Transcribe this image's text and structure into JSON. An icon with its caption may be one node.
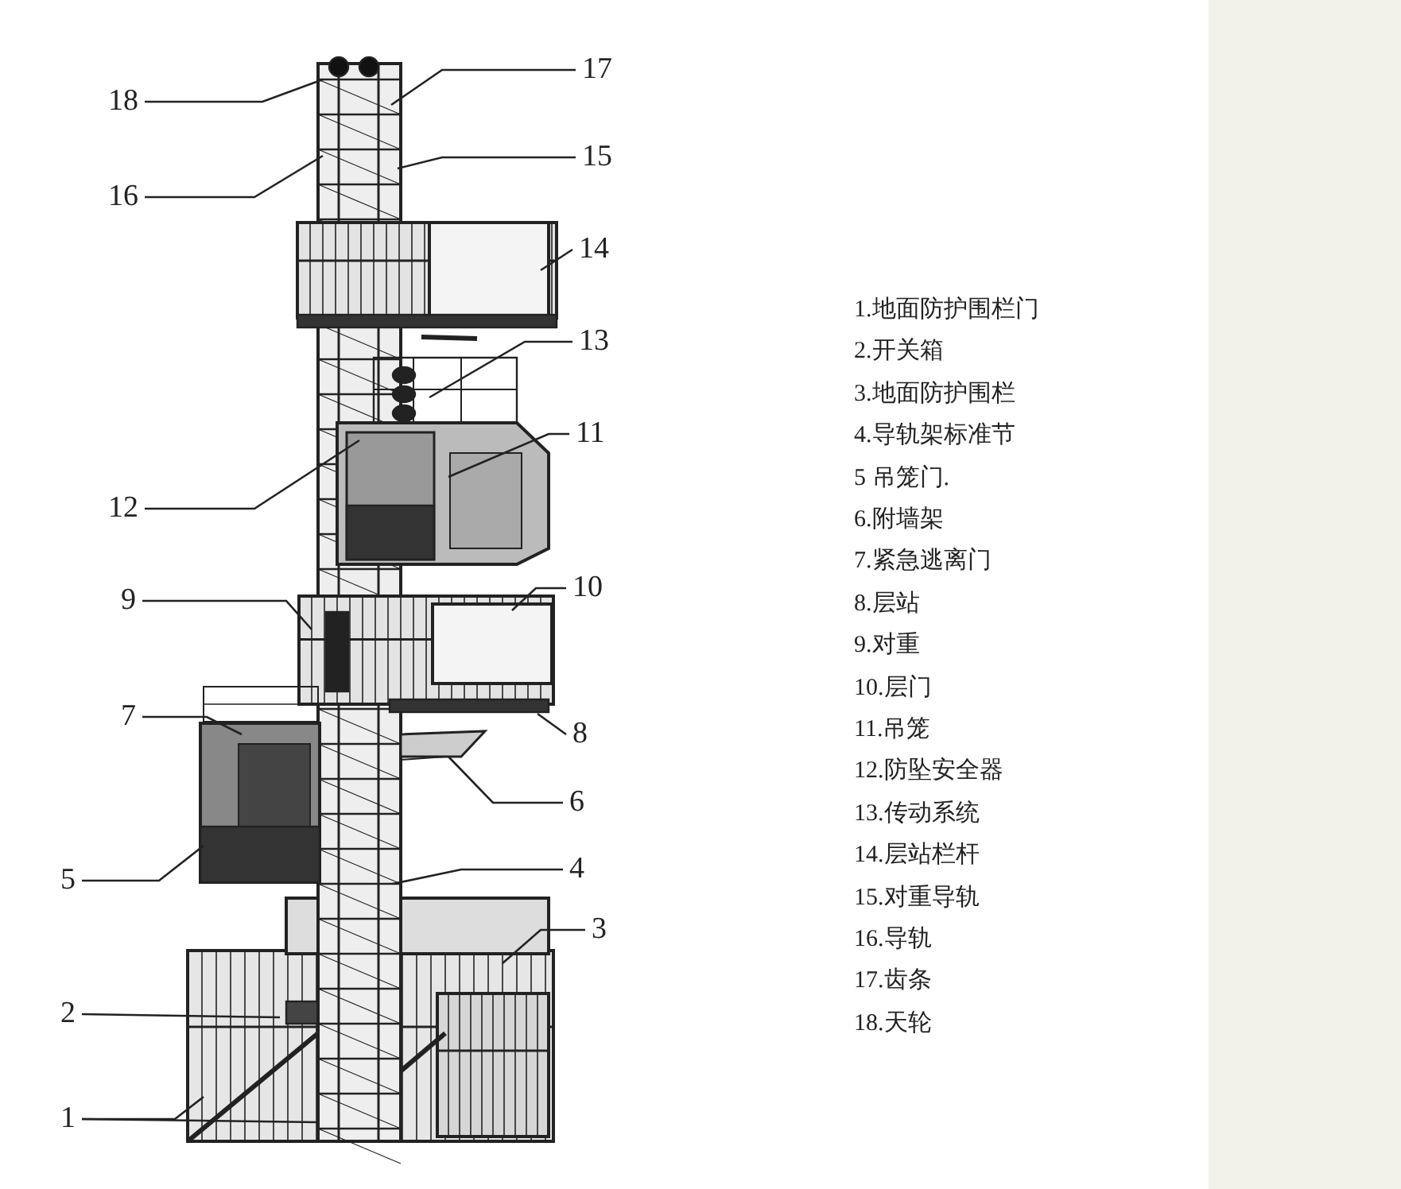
{
  "diagram": {
    "nodes": [
      {
        "text": [
          "18"
        ]
      },
      {
        "text": [
          "17"
        ]
      },
      {
        "text": [
          "15"
        ]
      },
      {
        "text": [
          "16"
        ]
      },
      {
        "text": [
          "14"
        ]
      },
      {
        "text": [
          "13"
        ]
      },
      {
        "text": [
          "11"
        ]
      },
      {
        "text": [
          "12"
        ]
      },
      {
        "text": [
          "10"
        ]
      },
      {
        "text": [
          "9"
        ]
      },
      {
        "text": [
          "7"
        ]
      },
      {
        "text": [
          "8"
        ]
      },
      {
        "text": [
          "6"
        ]
      },
      {
        "text": [
          "4"
        ]
      },
      {
        "text": [
          "5"
        ]
      },
      {
        "text": [
          "3"
        ]
      },
      {
        "text": [
          "2"
        ]
      },
      {
        "text": [
          "1"
        ]
      }
    ],
    "edges": [
      {
        "from": 0,
        "to": null,
        "arrow": "none"
      },
      {
        "from": 1,
        "to": null,
        "arrow": "none"
      },
      {
        "from": 2,
        "to": null,
        "arrow": "none"
      },
      {
        "from": 3,
        "to": null,
        "arrow": "none"
      },
      {
        "from": 4,
        "to": null,
        "arrow": "none"
      },
      {
        "from": 5,
        "to": null,
        "arrow": "none"
      },
      {
        "from": 6,
        "to": null,
        "arrow": "none"
      },
      {
        "from": 7,
        "to": null,
        "arrow": "none"
      },
      {
        "from": 8,
        "to": null,
        "arrow": "none"
      },
      {
        "from": 9,
        "to": null,
        "arrow": "none"
      },
      {
        "from": 10,
        "to": null,
        "arrow": "none"
      },
      {
        "from": 11,
        "to": null,
        "arrow": "none"
      },
      {
        "from": 12,
        "to": null,
        "arrow": "none"
      },
      {
        "from": 13,
        "to": null,
        "arrow": "none"
      },
      {
        "from": 14,
        "to": null,
        "arrow": "none"
      },
      {
        "from": 15,
        "to": null,
        "arrow": "none"
      },
      {
        "from": 16,
        "to": null,
        "arrow": "none"
      },
      {
        "from": 17,
        "to": null,
        "arrow": "none"
      },
      {
        "from": 17,
        "to": null,
        "arrow": "none"
      }
    ],
    "labels": [
      "1.地面防护围栏门",
      "2.开关箱",
      "3.地面防护围栏",
      "4.导轨架标准节",
      "5 吊笼门.",
      "6.附墙架",
      "7.紧急逃离门",
      "8.层站",
      "9.对重",
      "10.层门",
      "11.吊笼",
      "12.防坠安全器",
      "13.传动系统",
      "14.层站栏杆",
      "15.对重导轨",
      "16.导轨",
      "17.齿条",
      "18.天轮"
    ]
  }
}
